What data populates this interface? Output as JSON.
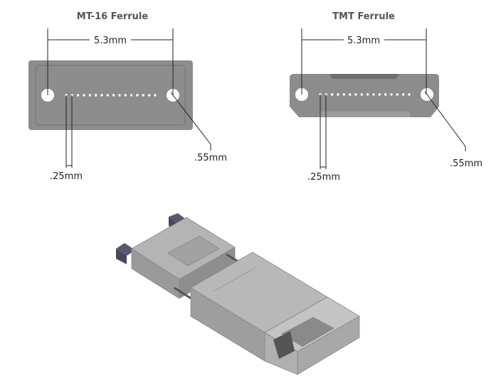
{
  "mt16": {
    "title": "MT-16 Ferrule",
    "pitch_label": "5.3mm",
    "fiber_pitch_label": ".25mm",
    "hole_label": ".55mm",
    "fiber_count": 16
  },
  "tmt": {
    "title": "TMT Ferrule",
    "pitch_label": "5.3mm",
    "fiber_pitch_label": ".25mm",
    "hole_label": ".55mm",
    "fiber_count": 16
  },
  "colors": {
    "ferrule": "#8c8c8c",
    "body": "#a9a9a9",
    "cap": "#55586e"
  }
}
